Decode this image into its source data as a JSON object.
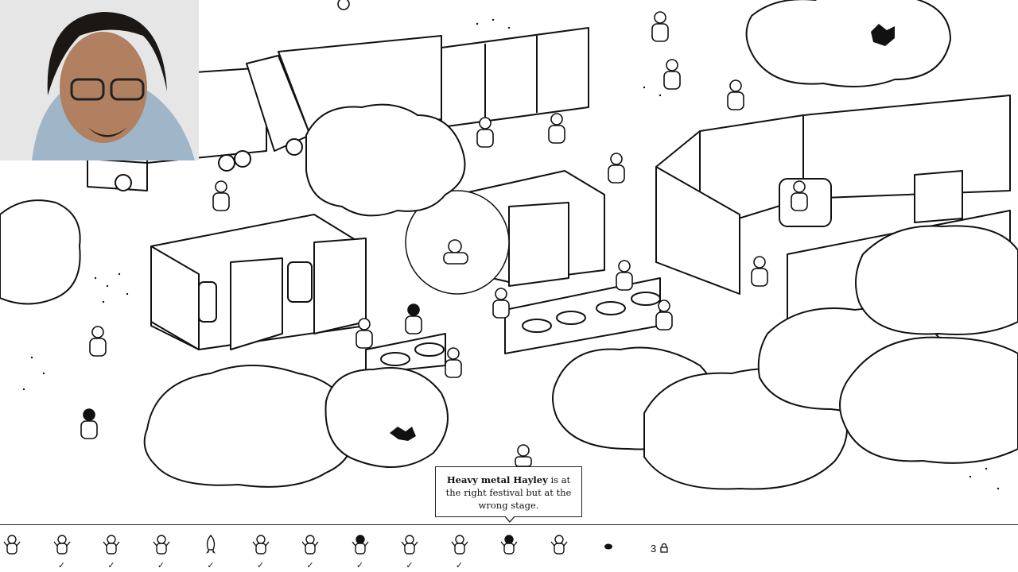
{
  "tooltip": {
    "bold": "Heavy metal Hayley",
    "rest": " is at the right festival but at the wrong stage."
  },
  "targets": [
    {
      "icon": "character-cap-icon",
      "found": false
    },
    {
      "icon": "character-arms-up-icon",
      "found": true
    },
    {
      "icon": "character-icon",
      "found": true
    },
    {
      "icon": "character-waving-icon",
      "found": true
    },
    {
      "icon": "rocket-icon",
      "found": true
    },
    {
      "icon": "character-hat-icon",
      "found": true
    },
    {
      "icon": "character-standing-icon",
      "found": true
    },
    {
      "icon": "character-hair-icon",
      "found": true
    },
    {
      "icon": "character-dancing-icon",
      "found": true
    },
    {
      "icon": "character-sitting-icon",
      "found": true
    },
    {
      "icon": "character-dark-hair-icon",
      "found": false
    },
    {
      "icon": "character-tall-icon",
      "found": false
    },
    {
      "icon": "eye-icon",
      "found": false
    }
  ],
  "checkmark": "✓",
  "locked_count": "3",
  "lock_icon": "lock-icon"
}
